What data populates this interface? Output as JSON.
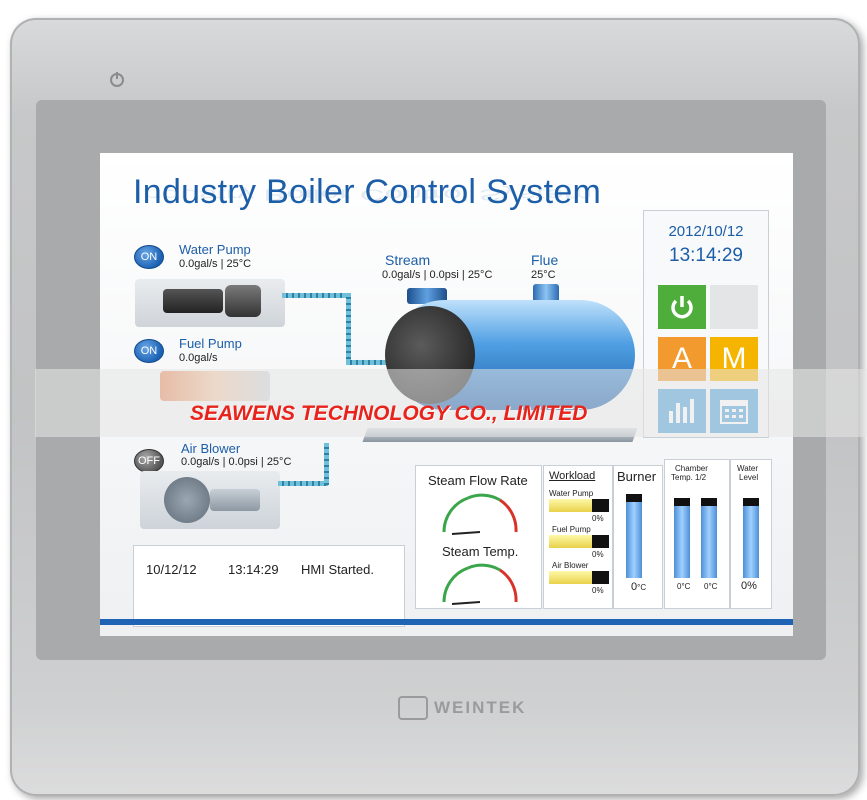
{
  "title": "Industry Boiler Control System",
  "devices": [
    {
      "status": "ON",
      "name": "Water Pump",
      "values": "0.0gal/s | 25°C"
    },
    {
      "status": "ON",
      "name": "Fuel Pump",
      "values": "0.0gal/s"
    },
    {
      "status": "OFF",
      "name": "Air Blower",
      "values": "0.0gal/s | 0.0psi | 25°C"
    }
  ],
  "stream": {
    "label": "Stream",
    "values": "0.0gal/s | 0.0psi | 25°C"
  },
  "flue": {
    "label": "Flue",
    "values": "25°C"
  },
  "clock": {
    "date": "2012/10/12",
    "time": "13:14:29"
  },
  "tiles": [
    "A",
    "M"
  ],
  "log": {
    "date": "10/12/12",
    "time": "13:14:29",
    "message": "HMI Started."
  },
  "gauges": {
    "flow_label": "Steam Flow Rate",
    "temp_label": "Steam Temp."
  },
  "workload": {
    "title": "Workload",
    "items": [
      {
        "name": "Water Pump",
        "percent": "0%",
        "level": 0.72
      },
      {
        "name": "Fuel Pump",
        "percent": "0%",
        "level": 0.72
      },
      {
        "name": "Air Blower",
        "percent": "0%",
        "level": 0.72
      }
    ]
  },
  "burner": {
    "title": "Burner",
    "value": "0",
    "unit": "°C",
    "level": 0.9
  },
  "chamber": {
    "title_line1": "Chamber",
    "title_line2": "Temp. 1/2",
    "value1": "0°C",
    "value2": "0°C",
    "level1": 0.9,
    "level2": 0.9
  },
  "water_level": {
    "title_line1": "Water",
    "title_line2": "Level",
    "value": "0%",
    "level": 0.9
  },
  "watermark": "SEAWENS  TECHNOLOGY CO., LIMITED",
  "brand": "WEINTEK",
  "colors": {
    "accent": "#1d5ea8",
    "tile_green": "#4fae3b",
    "tile_orange": "#f29a2e",
    "tile_yellow": "#f5b400",
    "tile_blue": "#4fa3d9",
    "watermark": "#e8231b"
  }
}
